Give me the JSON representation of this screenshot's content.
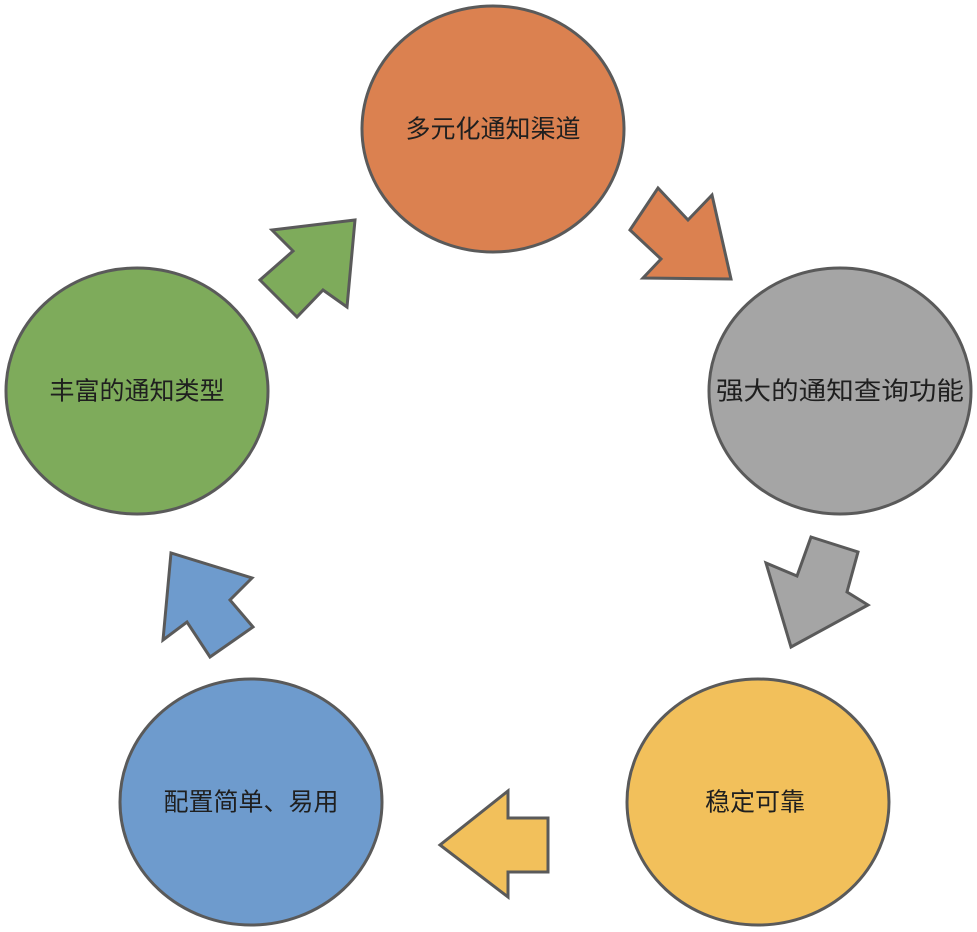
{
  "diagram": {
    "type": "cycle",
    "stroke_color": "#5a5a5a",
    "nodes": [
      {
        "id": "channels",
        "label": "多元化通知渠道",
        "color": "#db8150"
      },
      {
        "id": "query",
        "label": "强大的通知查询功能",
        "color": "#a5a5a5"
      },
      {
        "id": "stable",
        "label": "稳定可靠",
        "color": "#f2c05b"
      },
      {
        "id": "config",
        "label": "配置简单、易用",
        "color": "#6e9bcd"
      },
      {
        "id": "types",
        "label": "丰富的通知类型",
        "color": "#7eab5b"
      }
    ],
    "arrows": [
      {
        "from": "channels",
        "to": "query",
        "color": "#db8150"
      },
      {
        "from": "query",
        "to": "stable",
        "color": "#a5a5a5"
      },
      {
        "from": "stable",
        "to": "config",
        "color": "#f2c05b"
      },
      {
        "from": "config",
        "to": "types",
        "color": "#6e9bcd"
      },
      {
        "from": "types",
        "to": "channels",
        "color": "#7eab5b"
      }
    ]
  }
}
